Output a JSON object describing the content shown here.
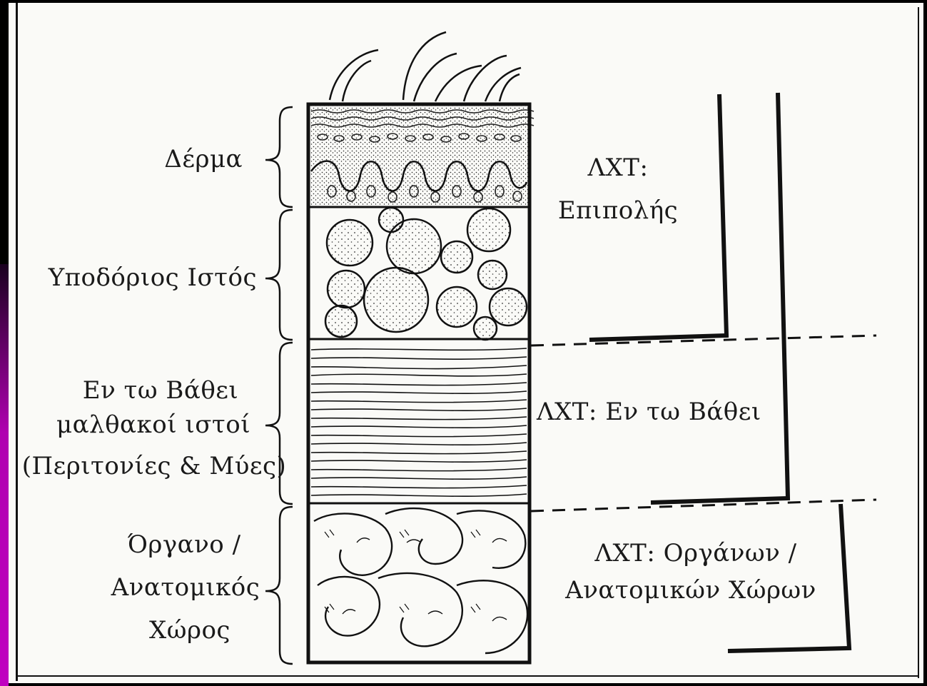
{
  "left_labels": {
    "skin": "Δέρμα",
    "subcutaneous": "Υποδόριος Ιστός",
    "deep_line1": "Εν τω Βάθει",
    "deep_line2": "μαλθακοί ιστοί",
    "deep_line3": "(Περιτονίες & Μύες)",
    "organ_line1": "Όργανο /",
    "organ_line2": "Ανατομικός",
    "organ_line3": "Χώρος"
  },
  "right_labels": {
    "superficial_line1": "ΛΧΤ:",
    "superficial_line2": "Επιπολής",
    "deep": "ΛΧΤ: Εν τω Βάθει",
    "organ_line1": "ΛΧΤ: Οργάνων /",
    "organ_line2": "Ανατομικών Χώρων"
  },
  "colors": {
    "ink": "#111111",
    "paper": "#fafaf7",
    "background": "#000000",
    "edge_stripe": "#c000c0"
  }
}
